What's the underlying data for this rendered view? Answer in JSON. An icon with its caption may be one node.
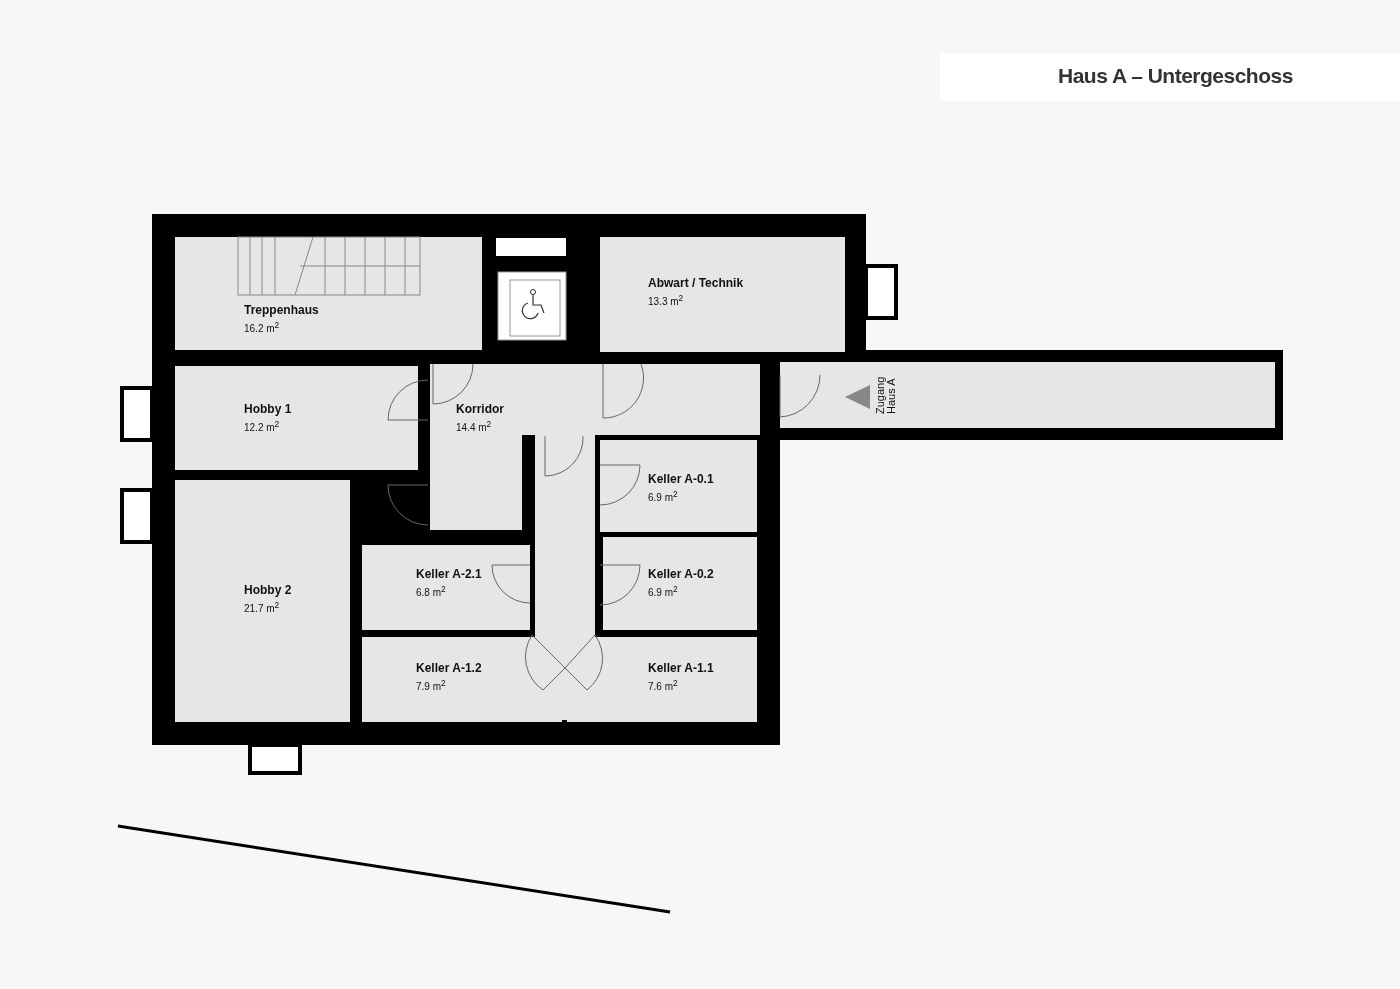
{
  "diagram": {
    "title": "Haus A – Untergeschoss",
    "nodes": [
      {
        "text": [
          "Treppenhaus",
          "16.2 m$^{2}$"
        ]
      },
      {
        "text": [
          "Abwart / Technik",
          "13.3 m$^{2}$"
        ]
      },
      {
        "text": [
          "Hobby 1",
          "12.2 m$^{2}$"
        ]
      },
      {
        "text": [
          "Korridor",
          "14.4 m$^{2}$"
        ]
      },
      {
        "text": [
          "Zugang Haus A"
        ]
      },
      {
        "text": [
          "Keller A-0.1",
          "6.9 m$^{2}$"
        ]
      },
      {
        "text": [
          "Hobby 2",
          "21.7 m$^{2}$"
        ]
      },
      {
        "text": [
          "Keller A-2.1",
          "6.8 m$^{2}$"
        ]
      },
      {
        "text": [
          "Keller A-0.2",
          "6.9 m$^{2}$"
        ]
      },
      {
        "text": [
          "Keller A-1.2",
          "7.9 m$^{2}$"
        ]
      },
      {
        "text": [
          "Keller A-1.1",
          "7.6 m$^{2}$"
        ]
      }
    ]
  }
}
